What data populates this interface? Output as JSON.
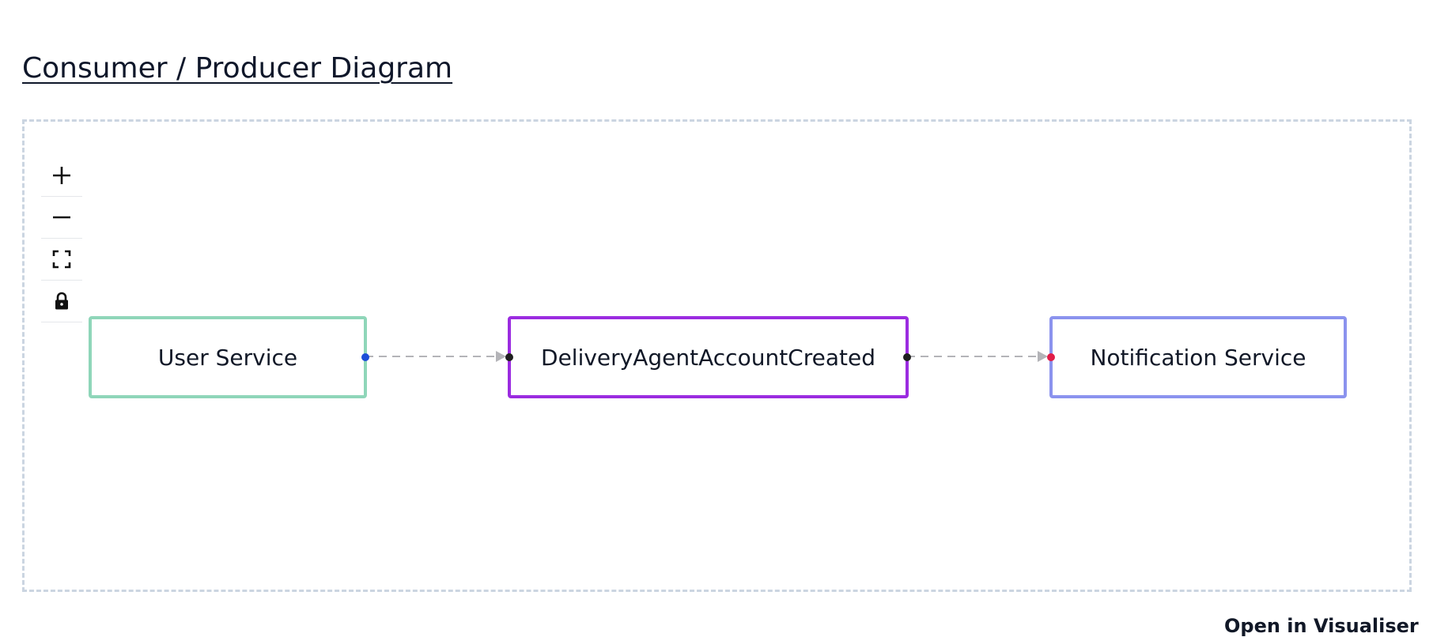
{
  "page": {
    "title": "Consumer / Producer Diagram",
    "attribution": "Open in Visualiser"
  },
  "controls": [
    {
      "name": "zoom-in-button",
      "icon": "plus-icon"
    },
    {
      "name": "zoom-out-button",
      "icon": "minus-icon"
    },
    {
      "name": "fit-view-button",
      "icon": "fit-view-icon"
    },
    {
      "name": "lock-button",
      "icon": "lock-icon"
    }
  ],
  "nodes": {
    "producer": {
      "label": "User Service",
      "border_color": "#8fd6b9",
      "handle_color": "#1d4ed8"
    },
    "event": {
      "label": "DeliveryAgentAccountCreated",
      "border_color": "#9b2ce0",
      "handle_color": "#1f1f1f"
    },
    "consumer": {
      "label": "Notification Service",
      "border_color": "#8b93ee",
      "handle_color": "#e11d48"
    }
  },
  "edges": [
    {
      "from": "User Service",
      "to": "DeliveryAgentAccountCreated",
      "style": "dashed"
    },
    {
      "from": "DeliveryAgentAccountCreated",
      "to": "Notification Service",
      "style": "dashed"
    }
  ],
  "colors": {
    "edge": "#b4b4b8",
    "canvas_border": "#cbd5e1"
  }
}
